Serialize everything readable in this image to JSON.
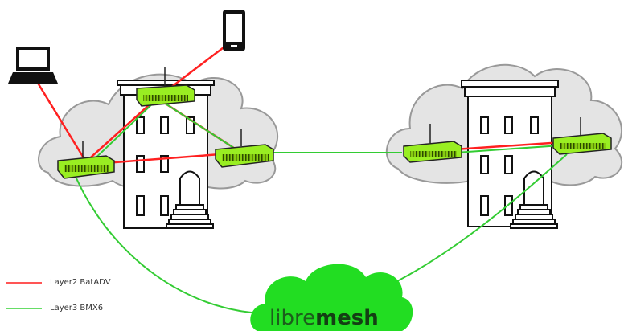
{
  "legend": {
    "layer2": "Layer2 BatADV",
    "layer3": "Layer3 BMX6"
  },
  "logo": {
    "part1": "libre",
    "part2": "mesh"
  },
  "colors": {
    "layer2": "#ff2020",
    "layer3": "#33cc33",
    "router": "#99ee22",
    "cloud": "#e4e4e4",
    "logo_green": "#22dd22"
  },
  "icons": [
    "laptop-icon",
    "phone-icon",
    "router-icon",
    "building-icon",
    "cloud-icon"
  ]
}
